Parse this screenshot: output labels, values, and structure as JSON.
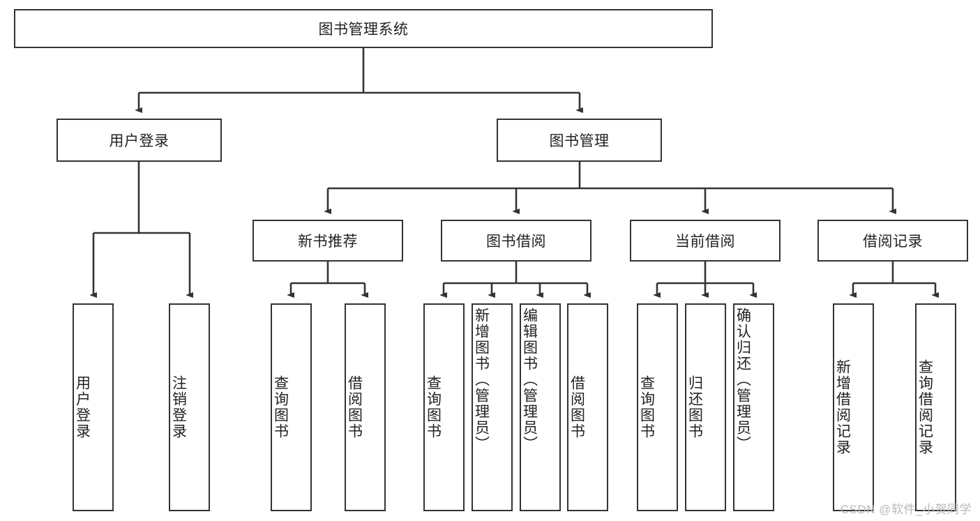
{
  "diagram": {
    "title": "图书管理系统",
    "type": "tree-hierarchy",
    "stroke_color": "#333333",
    "fill_color": "#ffffff",
    "text_color": "#222222"
  },
  "root": {
    "label": "图书管理系统"
  },
  "level1": [
    {
      "label": "用户登录"
    },
    {
      "label": "图书管理"
    }
  ],
  "level2": [
    {
      "label": "新书推荐"
    },
    {
      "label": "图书借阅"
    },
    {
      "label": "当前借阅"
    },
    {
      "label": "借阅记录"
    }
  ],
  "leaves": {
    "user_login": [
      {
        "label": "用户登录"
      },
      {
        "label": "注销登录"
      }
    ],
    "new_book_recommend": [
      {
        "label": "查询图书"
      },
      {
        "label": "借阅图书"
      }
    ],
    "book_borrow": [
      {
        "label": "查询图书"
      },
      {
        "label": "新增图书（管理员）"
      },
      {
        "label": "编辑图书（管理员）"
      },
      {
        "label": "借阅图书"
      }
    ],
    "current_borrow": [
      {
        "label": "查询图书"
      },
      {
        "label": "归还图书"
      },
      {
        "label": "确认归还（管理员）"
      }
    ],
    "borrow_records": [
      {
        "label": "新增借阅记录"
      },
      {
        "label": "查询借阅记录"
      }
    ]
  },
  "watermark": {
    "text": "CSDN @软件_小贺同学"
  }
}
